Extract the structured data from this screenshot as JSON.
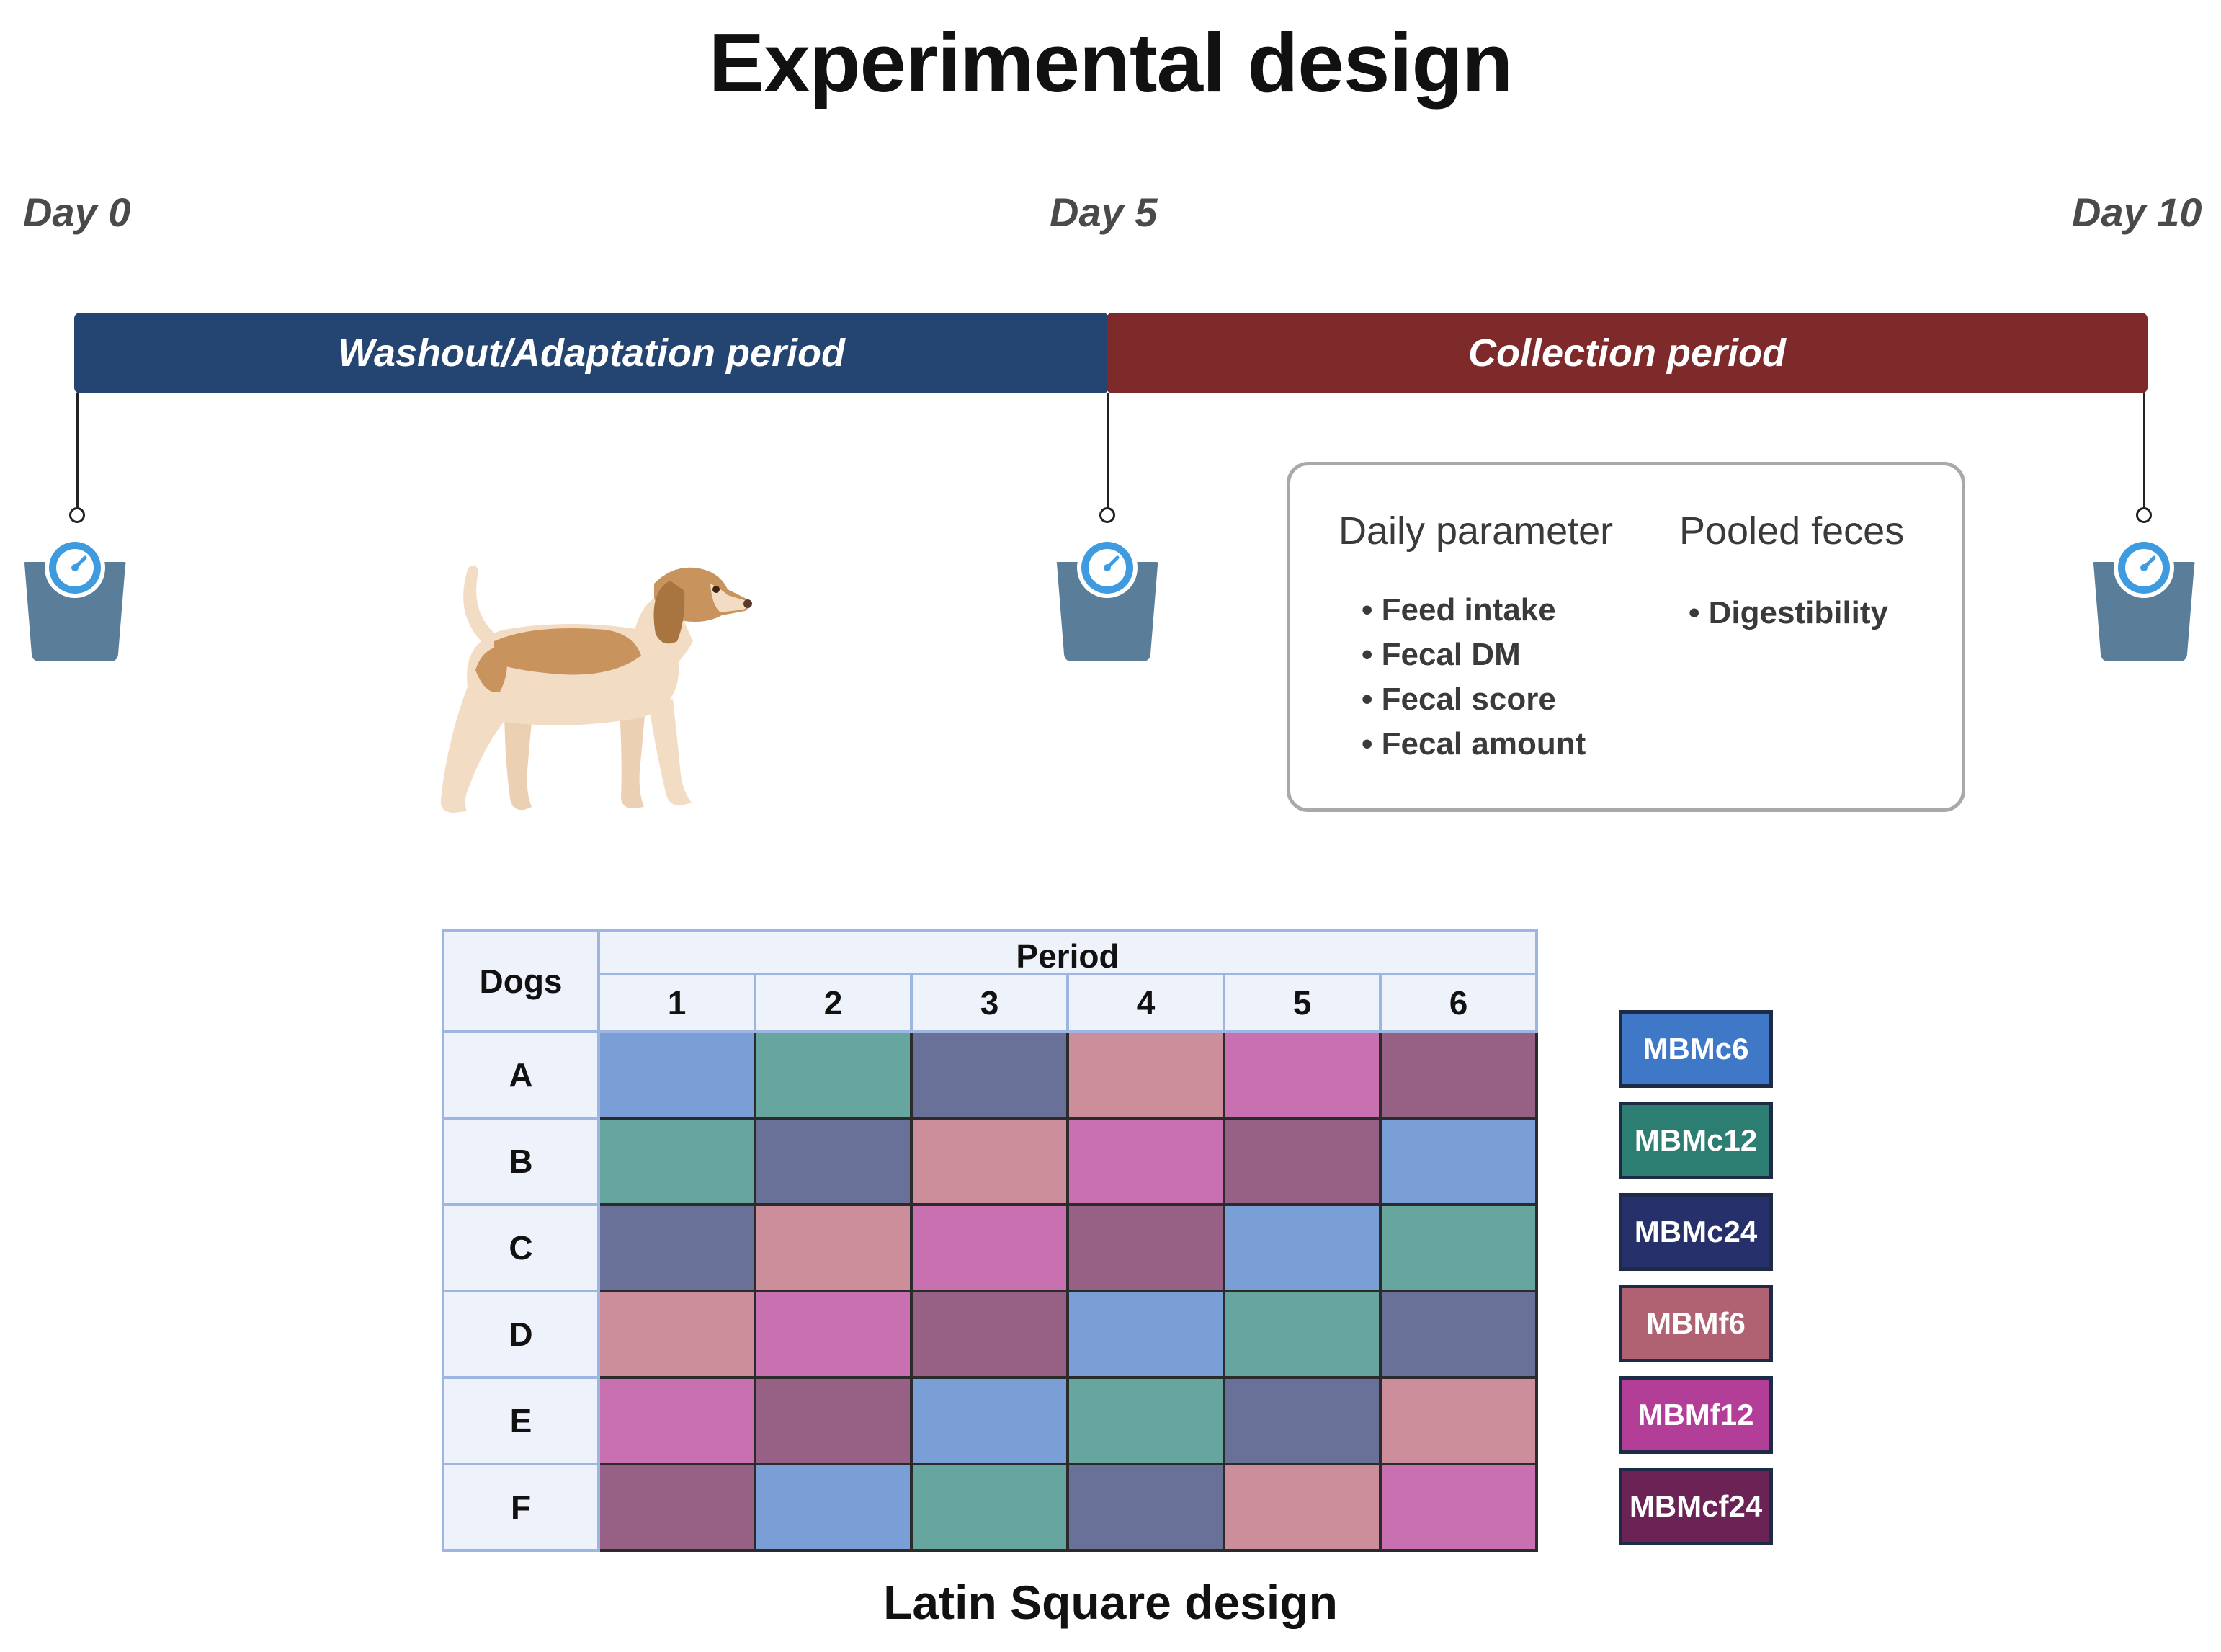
{
  "title": "Experimental design",
  "timeline": {
    "days": [
      "Day 0",
      "Day 5",
      "Day 10"
    ],
    "periods": [
      {
        "label": "Washout/Adaptation period",
        "color": "#244571"
      },
      {
        "label": "Collection period",
        "color": "#7e2a2b"
      }
    ]
  },
  "parameters": {
    "daily_heading": "Daily parameter",
    "daily_items": [
      "Feed intake",
      "Fecal DM",
      "Fecal score",
      "Fecal amount"
    ],
    "pooled_heading": "Pooled feces",
    "pooled_items": [
      "Digestibility"
    ],
    "bullet": "•"
  },
  "latin_square": {
    "dogs_header": "Dogs",
    "period_header": "Period",
    "periods": [
      "1",
      "2",
      "3",
      "4",
      "5",
      "6"
    ],
    "rows": [
      {
        "dog": "A",
        "treatments": [
          "MBMc6",
          "MBMc12",
          "MBMc24",
          "MBMf6",
          "MBMf12",
          "MBMcf24"
        ]
      },
      {
        "dog": "B",
        "treatments": [
          "MBMc12",
          "MBMc24",
          "MBMf6",
          "MBMf12",
          "MBMcf24",
          "MBMc6"
        ]
      },
      {
        "dog": "C",
        "treatments": [
          "MBMc24",
          "MBMf6",
          "MBMf12",
          "MBMcf24",
          "MBMc6",
          "MBMc12"
        ]
      },
      {
        "dog": "D",
        "treatments": [
          "MBMf6",
          "MBMf12",
          "MBMcf24",
          "MBMc6",
          "MBMc12",
          "MBMc24"
        ]
      },
      {
        "dog": "E",
        "treatments": [
          "MBMf12",
          "MBMcf24",
          "MBMc6",
          "MBMc12",
          "MBMc24",
          "MBMf6"
        ]
      },
      {
        "dog": "F",
        "treatments": [
          "MBMcf24",
          "MBMc6",
          "MBMc12",
          "MBMc24",
          "MBMf6",
          "MBMf12"
        ]
      }
    ],
    "cell_colors": {
      "MBMc6": "#7a9fd6",
      "MBMc12": "#67a69e",
      "MBMc24": "#6a7199",
      "MBMf6": "#cb8e9a",
      "MBMf12": "#c970b0",
      "MBMcf24": "#976186"
    },
    "caption": "Latin Square design"
  },
  "legend": [
    {
      "label": "MBMc6",
      "color": "#3f78c6"
    },
    {
      "label": "MBMc12",
      "color": "#2c7d72"
    },
    {
      "label": "MBMc24",
      "color": "#26306a"
    },
    {
      "label": "MBMf6",
      "color": "#b06172"
    },
    {
      "label": "MBMf12",
      "color": "#b23e98"
    },
    {
      "label": "MBMcf24",
      "color": "#6b2355"
    }
  ],
  "icons": [
    "scale-icon",
    "dog-illustration"
  ]
}
